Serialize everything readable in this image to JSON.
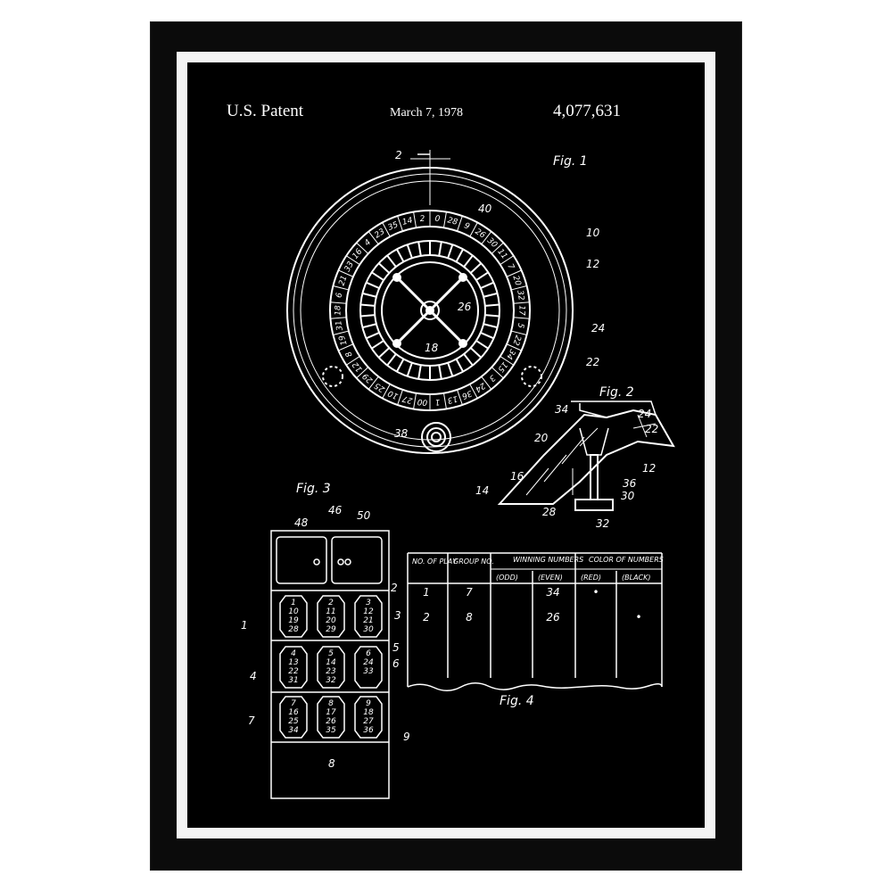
{
  "header": {
    "title": "U.S. Patent",
    "date": "March 7, 1978",
    "patent_number": "4,077,631"
  },
  "figures": {
    "fig1": "Fig. 1",
    "fig2": "Fig. 2",
    "fig3": "Fig. 3",
    "fig4": "Fig. 4"
  },
  "fig1_refs": [
    "2",
    "10",
    "12",
    "24",
    "22",
    "26",
    "18",
    "38",
    "40"
  ],
  "fig2_refs": [
    "34",
    "24",
    "22",
    "20",
    "16",
    "14",
    "36",
    "30",
    "28",
    "32",
    "12"
  ],
  "fig3_refs": {
    "top": [
      "48",
      "46",
      "50"
    ],
    "side": [
      "1",
      "2",
      "3",
      "4",
      "5",
      "6",
      "7",
      "8",
      "9"
    ]
  },
  "fig3_grid": [
    [
      "1 10 19 28",
      "2 11 20 29",
      "3 12 21 30"
    ],
    [
      "4 13 22 31",
      "5 14 23 32",
      "6 24 33"
    ],
    [
      "7 16 25 34",
      "8 17 26 35",
      "9 18 27 36"
    ]
  ],
  "fig4_table": {
    "headers": [
      "NO. OF PLAY",
      "GROUP NO.",
      "WINNING NUMBERS",
      "COLOR OF NUMBERS"
    ],
    "subheaders": [
      "(ODD)",
      "(EVEN)",
      "(RED)",
      "(BLACK)"
    ],
    "rows": [
      [
        "1",
        "7",
        "",
        "34",
        "•",
        ""
      ],
      [
        "2",
        "8",
        "",
        "26",
        "",
        "•"
      ]
    ]
  },
  "wheel_numbers": [
    "0",
    "28",
    "9",
    "26",
    "30",
    "11",
    "7",
    "20",
    "32",
    "17",
    "5",
    "22",
    "34",
    "15",
    "3",
    "24",
    "36",
    "13",
    "1",
    "00",
    "27",
    "10",
    "25",
    "29",
    "12",
    "8",
    "19",
    "31",
    "18",
    "6",
    "21",
    "33",
    "16",
    "4",
    "23",
    "35",
    "14",
    "2"
  ]
}
